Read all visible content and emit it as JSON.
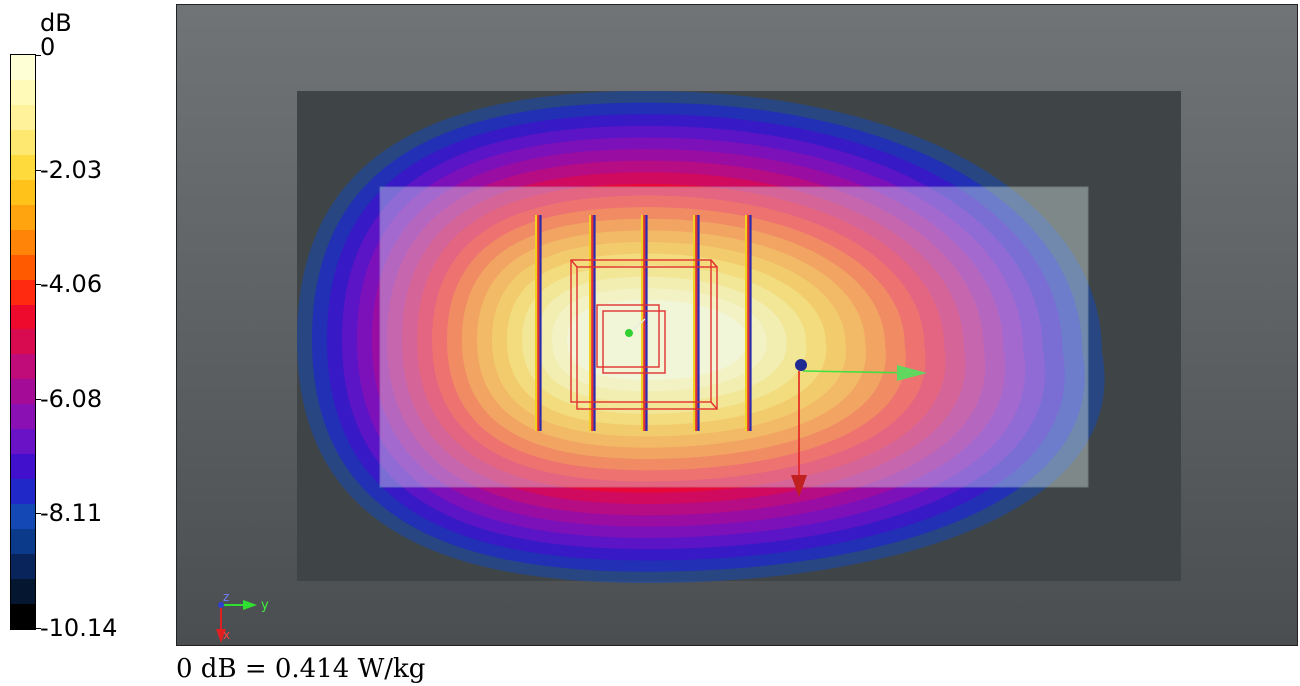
{
  "colorbar": {
    "unit": "dB",
    "labels": [
      "0",
      "-2.03",
      "-4.06",
      "-6.08",
      "-8.11",
      "-10.14"
    ],
    "colors": [
      "#ffffd6",
      "#fffab8",
      "#fff29a",
      "#ffe870",
      "#ffda3c",
      "#ffc21a",
      "#ffa40e",
      "#ff8408",
      "#ff5a00",
      "#ff2a10",
      "#ee0a2c",
      "#d80a50",
      "#c00c78",
      "#a40c98",
      "#8a10b4",
      "#6a12c6",
      "#4010cc",
      "#2028c8",
      "#1448b4",
      "#0c3a8a",
      "#08245a",
      "#041630",
      "#000000"
    ]
  },
  "viewport": {
    "background_top": "#707476",
    "background_bottom": "#4a4e50",
    "axis_triad": {
      "z_label": "z",
      "y_label": "y",
      "x_label": "x"
    }
  },
  "footer": {
    "text": "0 dB = 0.414 W/kg"
  }
}
